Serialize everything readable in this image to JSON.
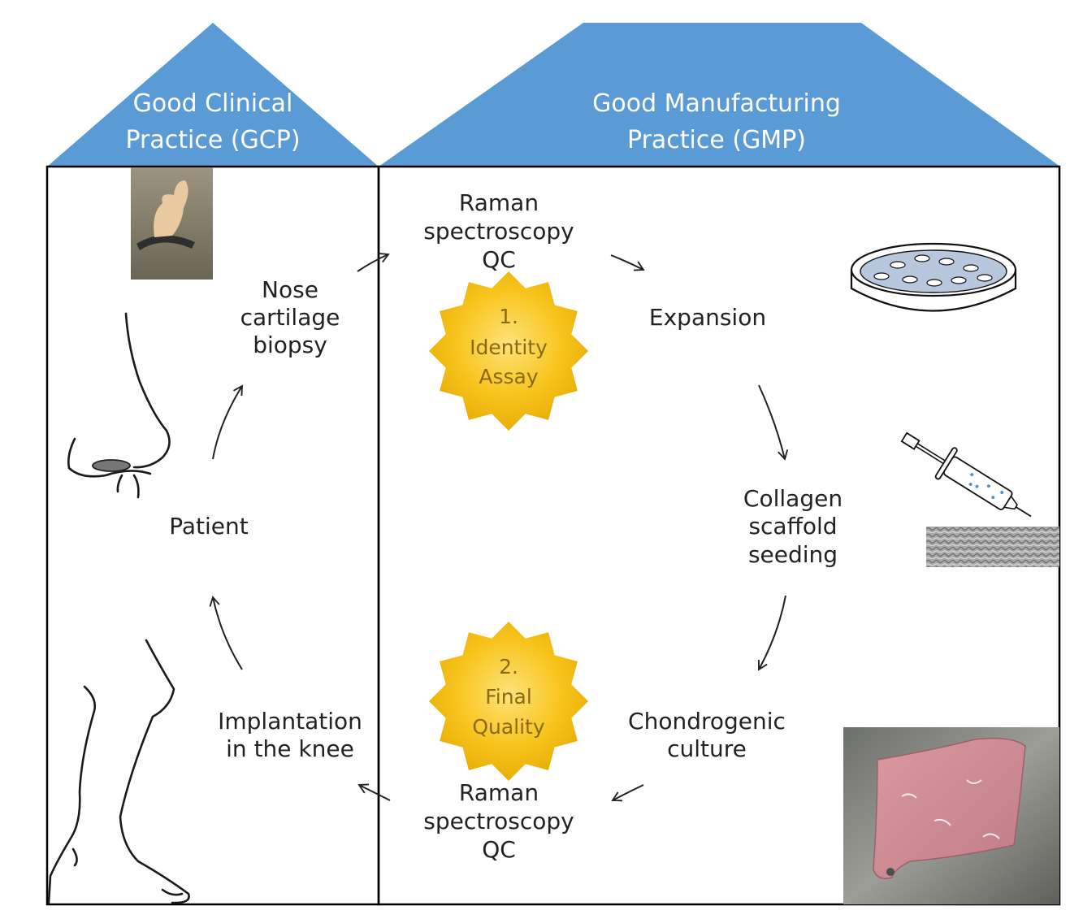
{
  "gcp": {
    "title_line1": "Good Clinical",
    "title_line2": "Practice (GCP)"
  },
  "gmp": {
    "title_line1": "Good Manufacturing",
    "title_line2": "Practice (GMP)"
  },
  "labels": {
    "nose_line1": "Nose",
    "nose_line2": "cartilage",
    "nose_line3": "biopsy",
    "patient": "Patient",
    "implant_line1": "Implantation",
    "implant_line2": "in the knee",
    "raman_top_line1": "Raman",
    "raman_top_line2": "spectroscopy",
    "raman_top_line3": "QC",
    "expansion": "Expansion",
    "collagen_line1": "Collagen",
    "collagen_line2": "scaffold",
    "collagen_line3": "seeding",
    "chondro_line1": "Chondrogenic",
    "chondro_line2": "culture",
    "raman_bot_line1": "Raman",
    "raman_bot_line2": "spectroscopy",
    "raman_bot_line3": "QC"
  },
  "badges": {
    "identity": {
      "line1": "1.",
      "line2": "Identity",
      "line3": "Assay"
    },
    "final": {
      "line1": "2.",
      "line2": "Final",
      "line3": "Quality"
    }
  },
  "colors": {
    "roof": "#5b9bd5",
    "badge": "#f5c518",
    "frame": "#000000"
  }
}
